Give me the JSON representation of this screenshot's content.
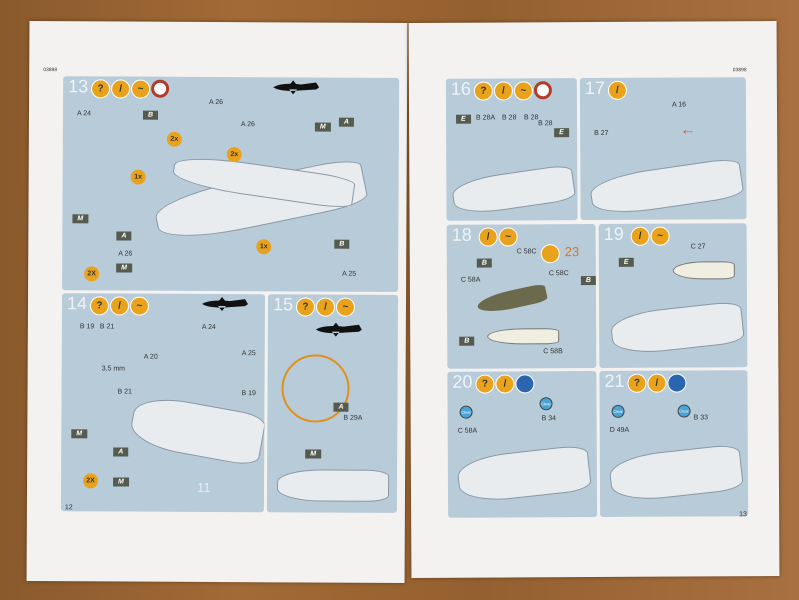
{
  "left_page": {
    "code": "03898",
    "page_number": "12",
    "step13": {
      "number": "13",
      "icons": [
        "question-icon",
        "brush-icon",
        "paint-icon",
        "clock-icon"
      ],
      "callouts": [
        "A 24",
        "B",
        "2x",
        "A 26",
        "A 26",
        "M",
        "A",
        "1x",
        "2x",
        "1x",
        "B",
        "A 25",
        "M",
        "A",
        "A 26",
        "M",
        "2X"
      ]
    },
    "step14": {
      "number": "14",
      "icons": [
        "question-icon",
        "brush-icon",
        "paint-icon"
      ],
      "callouts": [
        "B 19",
        "B 21",
        "A 20",
        "A 24",
        "A 25",
        "3,5 mm",
        "B 21",
        "B 19",
        "M",
        "A",
        "M",
        "2X"
      ],
      "part_number": "11"
    },
    "step15": {
      "number": "15",
      "icons": [
        "question-icon",
        "brush-icon",
        "paint-icon"
      ],
      "callouts": [
        "A",
        "B 29A",
        "M"
      ]
    }
  },
  "right_page": {
    "code": "03898",
    "page_number": "13",
    "step16": {
      "number": "16",
      "icons": [
        "question-icon",
        "brush-icon",
        "paint-icon",
        "clock-icon"
      ],
      "callouts": [
        "E",
        "B 28A",
        "B 28",
        "B 28",
        "B 28",
        "E"
      ]
    },
    "step17": {
      "number": "17",
      "icons": [
        "brush-icon"
      ],
      "callouts": [
        "A 16",
        "B 27"
      ]
    },
    "step18": {
      "number": "18",
      "icons": [
        "brush-icon",
        "paint-icon"
      ],
      "callouts": [
        "C 58C",
        "B",
        "C 58C",
        "C 58A",
        "B",
        "C 58B",
        "B"
      ],
      "next_step": "23"
    },
    "step19": {
      "number": "19",
      "icons": [
        "brush-icon",
        "paint-icon"
      ],
      "callouts": [
        "E",
        "C 27"
      ]
    },
    "step20": {
      "number": "20",
      "icons": [
        "question-icon",
        "brush-icon",
        "glue-icon"
      ],
      "callouts": [
        "Clear",
        "Clear",
        "C 58A",
        "B 34"
      ]
    },
    "step21": {
      "number": "21",
      "icons": [
        "question-icon",
        "brush-icon",
        "glue-icon"
      ],
      "callouts": [
        "Clear",
        "Clear",
        "D 49A",
        "B 33"
      ]
    }
  }
}
